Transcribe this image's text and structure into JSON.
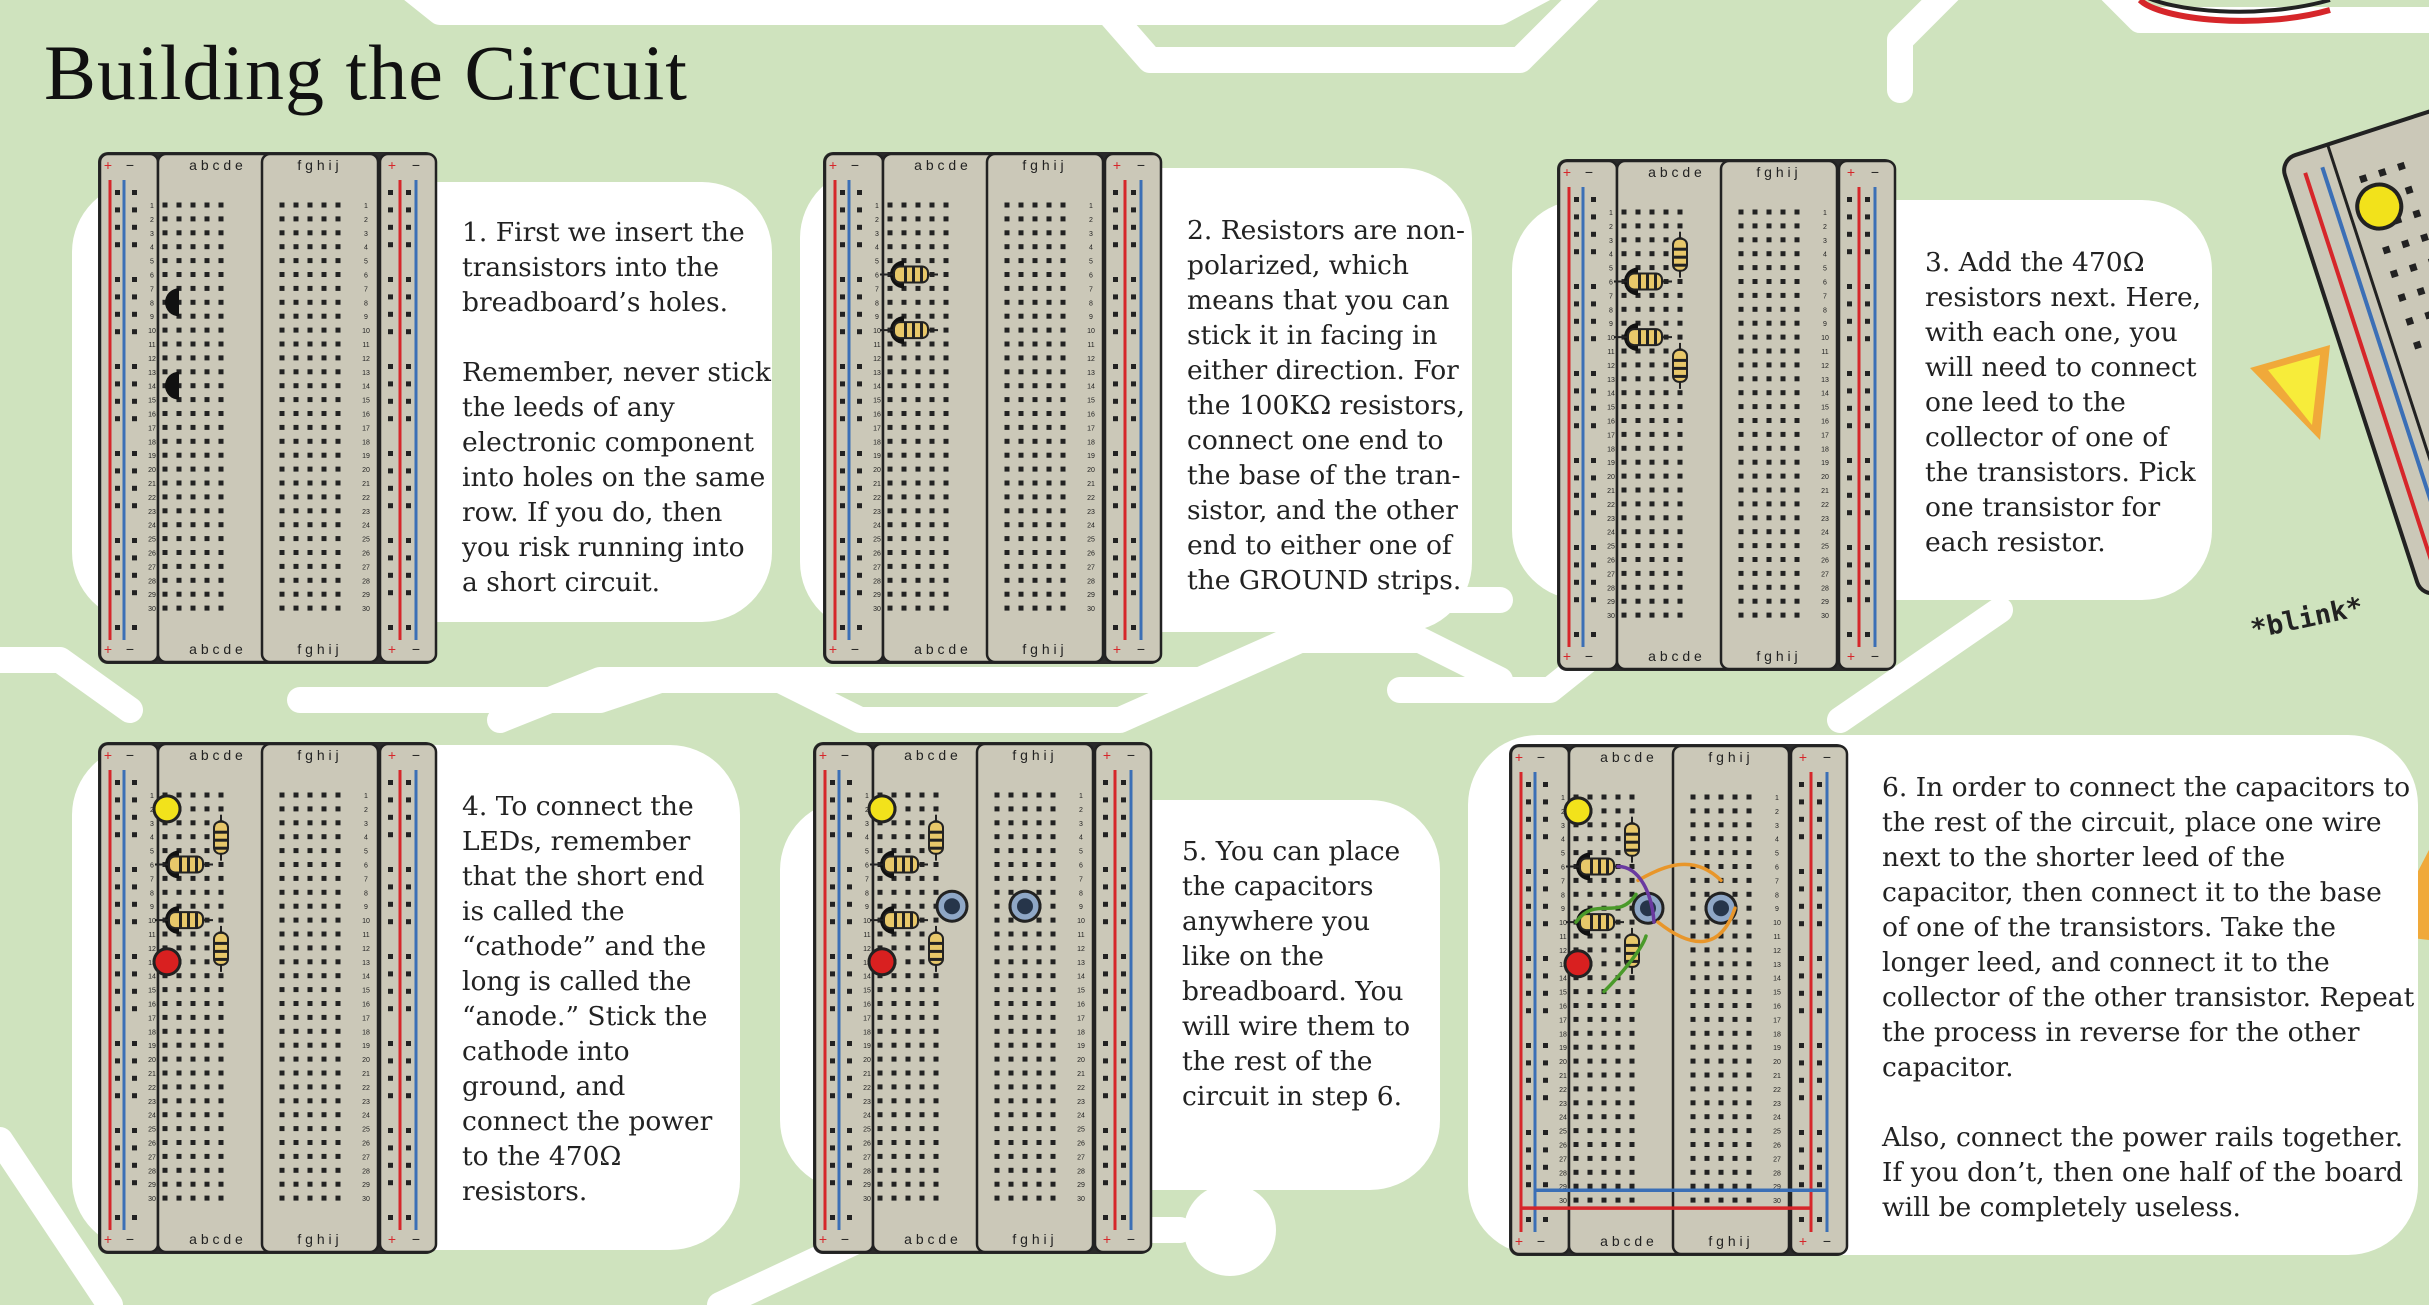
{
  "title": "Building the Circuit",
  "breadboard": {
    "rail_plus": "+",
    "rail_minus": "−",
    "left_columns": "a b c d e",
    "right_columns": "f g h i j",
    "row_count": 30
  },
  "steps": [
    {
      "number": 1,
      "text": "1. First we insert the\ntransistors into the\nbreadboard’s holes.\n\nRemember, never stick\nthe leeds of any\nelectronic component\ninto holes on the same\nrow. If you do, then\nyou risk running into\na short circuit."
    },
    {
      "number": 2,
      "text": "2. Resistors are non-\npolarized, which\nmeans that you can\nstick it in facing in\neither direction. For\nthe 100KΩ resistors,\nconnect one end to\nthe base of the tran-\nsistor, and the other\nend to either one of\nthe GROUND strips."
    },
    {
      "number": 3,
      "text": "3. Add the 470Ω\nresistors next. Here,\nwith each one, you\nwill need to connect\none leed to the\ncollector of one of\nthe transistors. Pick\none transistor for\neach resistor."
    },
    {
      "number": 4,
      "text": "4. To connect the\nLEDs, remember\nthat the short end\nis called the\n“cathode” and the\nlong is called the\n“anode.” Stick the\ncathode into\nground, and\nconnect the power\nto the 470Ω\nresistors."
    },
    {
      "number": 5,
      "text": "5. You can place\nthe capacitors\nanywhere you\nlike on the\nbreadboard. You\nwill wire them to\nthe rest of the\ncircuit in step 6."
    },
    {
      "number": 6,
      "text": "6. In order to connect the capacitors to\nthe rest of the circuit, place one wire\nnext to the shorter leed of the\ncapacitor, then connect it to the base\nof one of the transistors. Take the\nlonger leed, and connect it to the\ncollector of the other transistor. Repeat\nthe process in reverse for the other\ncapacitor.\n\nAlso, connect the power rails together.\nIf you don’t, then one half of the board\nwill be completely useless."
    }
  ],
  "side_note": "*blink*",
  "colors": {
    "background": "#cfe3be",
    "bubble": "#ffffff",
    "board": "#cbc8b8",
    "rail_red": "#d6262a",
    "rail_blue": "#3b6fb6",
    "led_yellow": "#f2e21b",
    "led_red": "#d92020",
    "capacitor": "#8fa7c6",
    "wire_green": "#4a9a2a",
    "wire_orange": "#e8962a",
    "wire_purple": "#6a3aa0"
  }
}
